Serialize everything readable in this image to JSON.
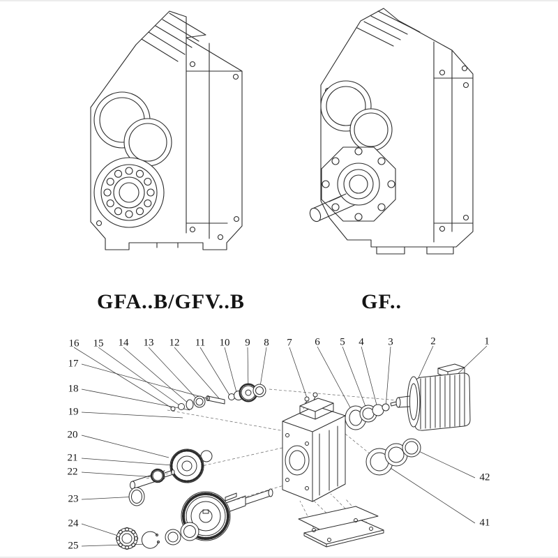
{
  "page": {
    "background": "#ffffff"
  },
  "colors": {
    "line": "#2b2b2b",
    "leader": "#3a3a3a"
  },
  "products": [
    {
      "label": "GFA..B/GFV..B"
    },
    {
      "label": "GF.."
    }
  ],
  "exploded_view": {
    "callouts_top": [
      "16",
      "15",
      "14",
      "13",
      "12",
      "11",
      "10",
      "9",
      "8",
      "7",
      "6",
      "5",
      "4",
      "3",
      "2",
      "1"
    ],
    "callouts_left": [
      "17",
      "18",
      "19",
      "20",
      "21",
      "22",
      "23",
      "24",
      "25"
    ],
    "callouts_right": [
      "42",
      "41"
    ]
  }
}
